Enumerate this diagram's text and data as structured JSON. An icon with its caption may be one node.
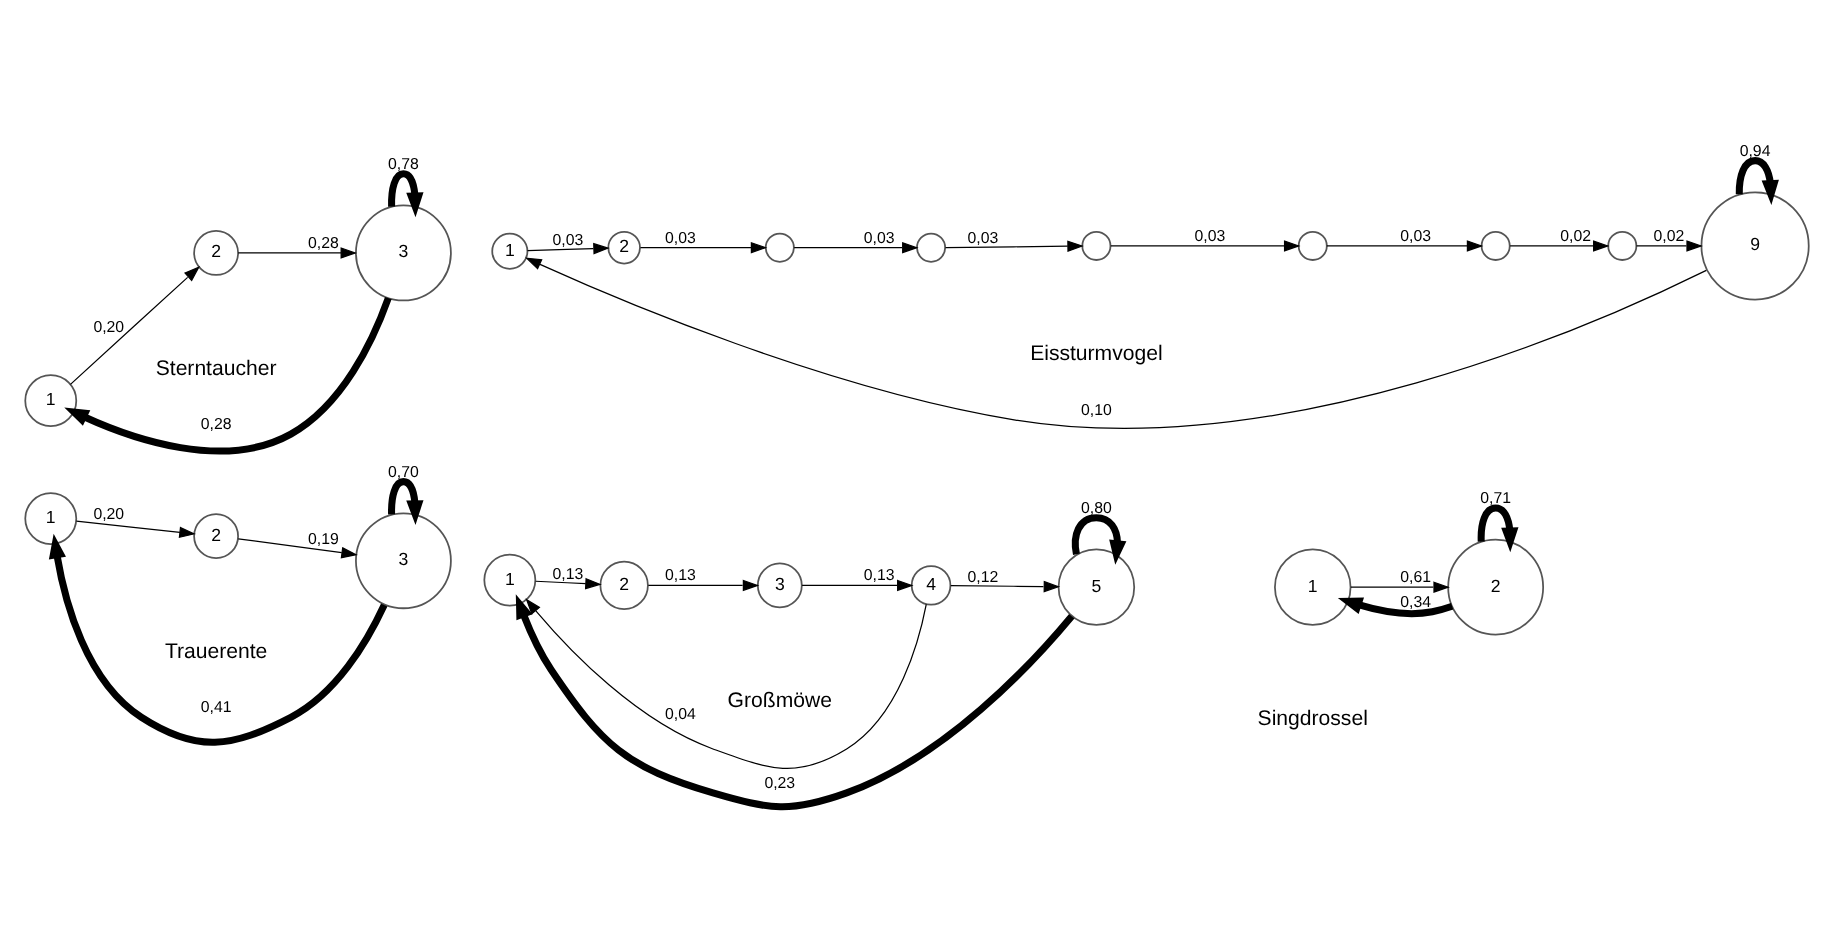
{
  "diagram": {
    "nodes": [
      {
        "text": [
          "1"
        ]
      },
      {
        "text": [
          "2"
        ]
      },
      {
        "text": [
          "3"
        ]
      },
      {
        "text": [
          "1"
        ]
      },
      {
        "text": [
          "2"
        ]
      },
      {
        "text": [],
        "shape": "circle"
      },
      {
        "text": [],
        "shape": "circle"
      },
      {
        "text": [],
        "shape": "circle"
      },
      {
        "text": [],
        "shape": "circle"
      },
      {
        "text": [],
        "shape": "circle"
      },
      {
        "text": [],
        "shape": "circle"
      },
      {
        "text": [
          "9"
        ]
      },
      {
        "text": [
          "1"
        ]
      },
      {
        "text": [
          "2"
        ]
      },
      {
        "text": [
          "3"
        ]
      },
      {
        "text": [
          "1"
        ]
      },
      {
        "text": [
          "2"
        ]
      },
      {
        "text": [
          "3"
        ]
      },
      {
        "text": [
          "4"
        ]
      },
      {
        "text": [
          "5"
        ]
      },
      {
        "text": [
          "1"
        ]
      },
      {
        "text": [
          "2"
        ]
      }
    ],
    "edges": [
      {
        "from": 0,
        "to": 1,
        "arrow": "to",
        "label": "0,20"
      },
      {
        "from": 1,
        "to": 2,
        "arrow": "to",
        "label": "0,28"
      },
      {
        "from": 2,
        "to": 0,
        "arrow": "to",
        "label": "0,28",
        "style": "thick"
      },
      {
        "from": 2,
        "to": 2,
        "arrow": "to",
        "label": "0,78",
        "style": "thick"
      },
      {
        "from": 3,
        "to": 4,
        "arrow": "to",
        "label": "0,03"
      },
      {
        "from": 4,
        "to": 5,
        "arrow": "to",
        "label": "0,03"
      },
      {
        "from": 5,
        "to": 6,
        "arrow": "to",
        "label": "0,03"
      },
      {
        "from": 6,
        "to": 7,
        "arrow": "to",
        "label": "0,03"
      },
      {
        "from": 7,
        "to": 8,
        "arrow": "to",
        "label": "0,03"
      },
      {
        "from": 8,
        "to": 9,
        "arrow": "to",
        "label": "0,03"
      },
      {
        "from": 9,
        "to": 10,
        "arrow": "to",
        "label": "0,02"
      },
      {
        "from": 10,
        "to": 11,
        "arrow": "to",
        "label": "0,02"
      },
      {
        "from": 11,
        "to": 3,
        "arrow": "to",
        "label": "0,10"
      },
      {
        "from": 11,
        "to": 11,
        "arrow": "to",
        "label": "0,94",
        "style": "thick"
      },
      {
        "from": 12,
        "to": 13,
        "arrow": "to",
        "label": "0,20"
      },
      {
        "from": 13,
        "to": 14,
        "arrow": "to",
        "label": "0,19"
      },
      {
        "from": 14,
        "to": 12,
        "arrow": "to",
        "label": "0,41",
        "style": "thick"
      },
      {
        "from": 14,
        "to": 14,
        "arrow": "to",
        "label": "0,70",
        "style": "thick"
      },
      {
        "from": 15,
        "to": 16,
        "arrow": "to",
        "label": "0,13"
      },
      {
        "from": 16,
        "to": 17,
        "arrow": "to",
        "label": "0,13"
      },
      {
        "from": 17,
        "to": 18,
        "arrow": "to",
        "label": "0,13"
      },
      {
        "from": 18,
        "to": 19,
        "arrow": "to",
        "label": "0,12"
      },
      {
        "from": 19,
        "to": 15,
        "arrow": "to",
        "label": "0,23",
        "style": "thick"
      },
      {
        "from": 18,
        "to": 15,
        "arrow": "to",
        "label": "0,04"
      },
      {
        "from": 19,
        "to": 19,
        "arrow": "to",
        "label": "0,80",
        "style": "thick"
      },
      {
        "from": 20,
        "to": 21,
        "arrow": "to",
        "label": "0,61"
      },
      {
        "from": 21,
        "to": 20,
        "arrow": "to",
        "label": "0,34",
        "style": "thick"
      },
      {
        "from": 21,
        "to": 21,
        "arrow": "to",
        "label": "0,71",
        "style": "thick"
      }
    ],
    "labels": [
      "Sterntaucher",
      "Eissturmvogel",
      "Trauerente",
      "Großmöwe",
      "Singdrossel"
    ]
  }
}
